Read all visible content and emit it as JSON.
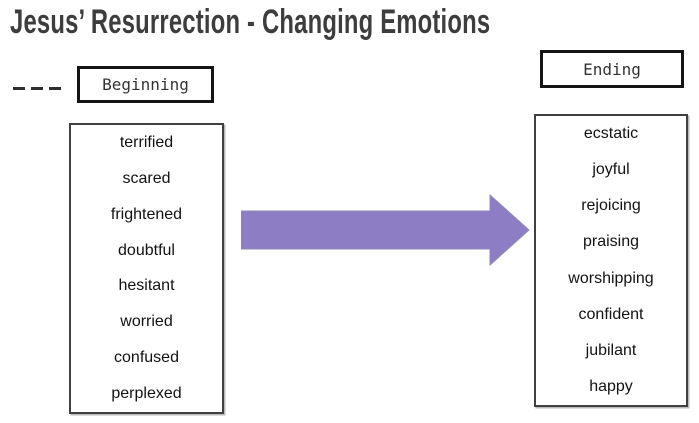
{
  "title": "Jesus’ Resurrection - Changing Emotions",
  "beginning": {
    "label": "Beginning",
    "items": [
      "terrified",
      "scared",
      "frightened",
      "doubtful",
      "hesitant",
      "worried",
      "confused",
      "perplexed"
    ]
  },
  "ending": {
    "label": "Ending",
    "items": [
      "ecstatic",
      "joyful",
      "rejoicing",
      "praising",
      "worshipping",
      "confident",
      "jubilant",
      "happy"
    ]
  },
  "arrow": {
    "direction": "right"
  },
  "colors": {
    "arrow_fill": "#8C7DC5",
    "arrow_stroke": "#9189BD",
    "title_text": "#3D3D3D",
    "box_border": "#141414",
    "list_border": "#404040",
    "item_text": "#121212",
    "label_text": "#333333",
    "dash_color": "#2E2E2E"
  }
}
